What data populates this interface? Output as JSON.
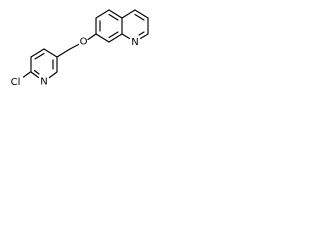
{
  "molecule": {
    "atoms": {
      "cl": "Cl",
      "n_pyridine": "N",
      "o_ether": "O",
      "n_quinoline": "N"
    }
  }
}
